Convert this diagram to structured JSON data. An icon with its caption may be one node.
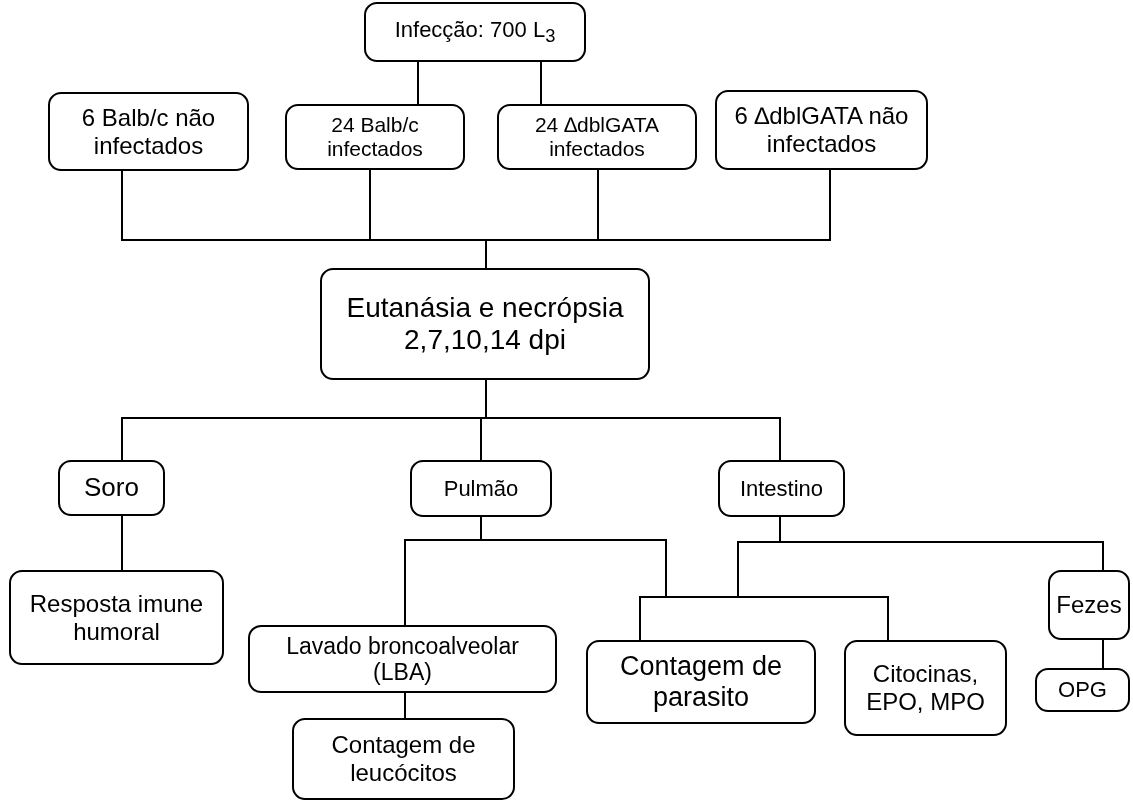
{
  "diagram": {
    "nodes": [
      {
        "text": [
          "Infecção: 700 L$_{3}$"
        ]
      },
      {
        "text": [
          "6 Balb/c não infectados"
        ]
      },
      {
        "text": [
          "24 Balb/c infectados"
        ]
      },
      {
        "text": [
          "24 ∆dblGATA infectados"
        ]
      },
      {
        "text": [
          "6 ∆dblGATA não infectados"
        ]
      },
      {
        "text": [
          "Eutanásia e necrópsia 2,7,10,14 dpi"
        ]
      },
      {
        "text": [
          "Soro"
        ]
      },
      {
        "text": [
          "Pulmão"
        ]
      },
      {
        "text": [
          "Intestino"
        ]
      },
      {
        "text": [
          "Resposta imune humoral"
        ]
      },
      {
        "text": [
          "Lavado broncoalveolar (LBA)"
        ]
      },
      {
        "text": [
          "Contagem de leucócitos"
        ]
      },
      {
        "text": [
          "Contagem de parasito"
        ]
      },
      {
        "text": [
          "Citocinas, EPO, MPO"
        ]
      },
      {
        "text": [
          "Fezes"
        ]
      },
      {
        "text": [
          "OPG"
        ]
      }
    ],
    "edges": [
      {
        "from": 0,
        "to": 2,
        "arrow": "none"
      },
      {
        "from": 0,
        "to": 3,
        "arrow": "none"
      },
      {
        "from": 1,
        "to": 5,
        "arrow": "none"
      },
      {
        "from": 2,
        "to": 5,
        "arrow": "none"
      },
      {
        "from": 3,
        "to": 5,
        "arrow": "none"
      },
      {
        "from": 4,
        "to": 5,
        "arrow": "none"
      },
      {
        "from": 5,
        "to": 6,
        "arrow": "none"
      },
      {
        "from": 5,
        "to": 7,
        "arrow": "none"
      },
      {
        "from": 5,
        "to": 8,
        "arrow": "none"
      },
      {
        "from": 6,
        "to": 9,
        "arrow": "none"
      },
      {
        "from": 7,
        "to": 10,
        "arrow": "none"
      },
      {
        "from": 7,
        "to": 12,
        "arrow": "none"
      },
      {
        "from": 7,
        "to": 13,
        "arrow": "none"
      },
      {
        "from": 8,
        "to": 12,
        "arrow": "none"
      },
      {
        "from": 8,
        "to": 13,
        "arrow": "none"
      },
      {
        "from": 8,
        "to": 14,
        "arrow": "none"
      },
      {
        "from": 10,
        "to": 11,
        "arrow": "none"
      },
      {
        "from": 14,
        "to": 15,
        "arrow": "none"
      }
    ]
  }
}
